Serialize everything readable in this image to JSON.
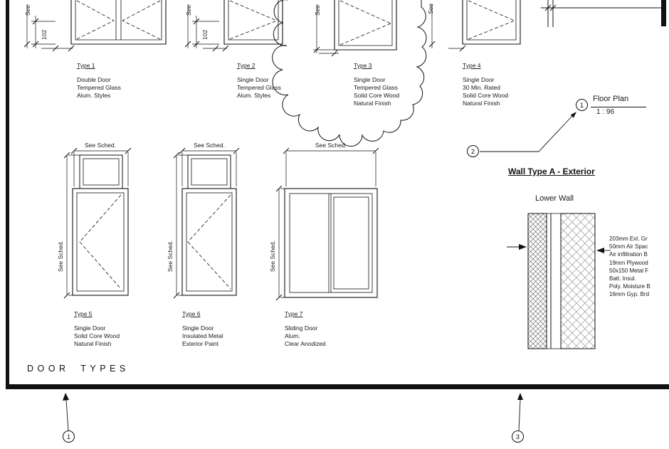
{
  "sheet_title": "DOOR TYPES",
  "callout": {
    "balloon": "1",
    "title": "Floor Plan",
    "scale": "1 : 96"
  },
  "balloon_2": "2",
  "balloon_1": "1",
  "balloon_3": "3",
  "doors_top": [
    {
      "label": "Type 1",
      "desc": [
        "Double Door",
        "Tempered Glass",
        "Alum. Styles"
      ],
      "height_dim": "102",
      "sched": "See"
    },
    {
      "label": "Type 2",
      "desc": [
        "Single Door",
        "Tempered Glass",
        "Alum. Styles"
      ],
      "height_dim": "102",
      "sched": "See"
    },
    {
      "label": "Type 3",
      "desc": [
        "Single Door",
        "Tempered Glass",
        "Solid Core Wood",
        "Natural Finish"
      ],
      "sched": "See"
    },
    {
      "label": "Type 4",
      "desc": [
        "Single Door",
        "30 Min. Rated",
        "Solid Core Wood",
        "Natural Finish"
      ],
      "sched": "See"
    }
  ],
  "doors_bottom": [
    {
      "label": "Type 5",
      "desc": [
        "Single Door",
        "Solid Core Wood",
        "Natural Finish"
      ],
      "width_dim": "See Sched.",
      "height_dim": "See Sched."
    },
    {
      "label": "Type 6",
      "desc": [
        "Single Door",
        "Insulated Metal",
        "Exterior Paint"
      ],
      "width_dim": "See Sched.",
      "height_dim": "See Sched."
    },
    {
      "label": "Type 7",
      "desc": [
        "Sliding Door",
        "Alum.",
        "Clear Anodized"
      ],
      "width_dim": "See Sched.",
      "height_dim": "See Sched."
    }
  ],
  "wall_type": {
    "title": "Wall Type A - Exterior",
    "subtitle": "Lower Wall",
    "notes": [
      "203mm Ext. Gr",
      "50mm Air Spac",
      "Air infiltration B",
      "19mm Plywood",
      "50x150 Metal F",
      "Batt. Insul.",
      "Poly. Moisture B",
      "16mm Gyp. Brd"
    ]
  }
}
